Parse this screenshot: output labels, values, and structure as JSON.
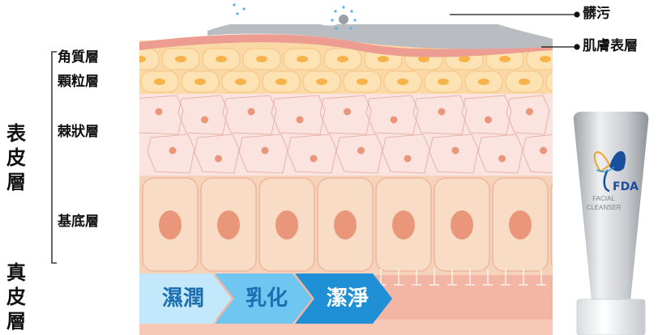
{
  "labels": {
    "dirt": "髒污",
    "skin_surface": "肌膚表層",
    "stratum_corneum": "角質層",
    "stratum_granulosum": "顆粒層",
    "stratum_spinosum": "棘狀層",
    "stratum_basale": "基底層",
    "epidermis": [
      "表",
      "皮",
      "層"
    ],
    "dermis": [
      "真",
      "皮",
      "層"
    ]
  },
  "steps": [
    "濕潤",
    "乳化",
    "潔淨"
  ],
  "product": {
    "brand": "FDA",
    "name_line1": "FACIAL",
    "name_line2": "CLEANSER"
  },
  "colors": {
    "dirt": "#b9bcc1",
    "skin_line": "#e8968a",
    "corneum": "#fde3b4",
    "granule": "#f7b34a",
    "spinosum": "#fbe1de",
    "basale": "#f6cfb5",
    "nucleus": "#e9967a",
    "arrow_light": "#bfe6fa",
    "arrow_mid": "#6cc4ef",
    "arrow_dark": "#1f8fd6",
    "tube": "#b9bdc1"
  }
}
